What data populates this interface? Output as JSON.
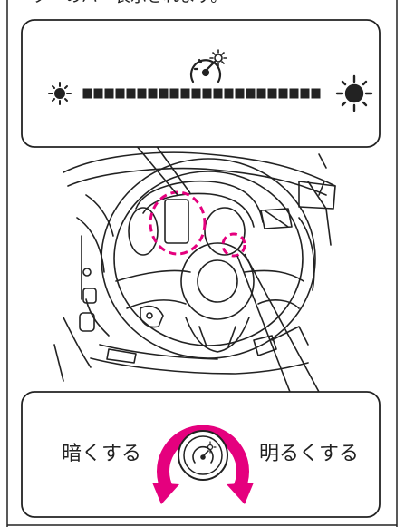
{
  "header": {
    "caption": "ーターのバー表示されます。"
  },
  "top_panel": {
    "icon": "meter-brightness-icon",
    "left_icon": "sun-small-icon",
    "right_icon": "sun-large-icon",
    "level_fraction": 1.0
  },
  "bottom_panel": {
    "darker_label": "暗くする",
    "brighter_label": "明るくする",
    "dial_icon": "meter-brightness-icon",
    "rotation_arrow_color": "#e5007e"
  },
  "colors": {
    "outline": "#222222",
    "highlight_dash": "#e5007e",
    "panel_bg": "#ffffff"
  }
}
